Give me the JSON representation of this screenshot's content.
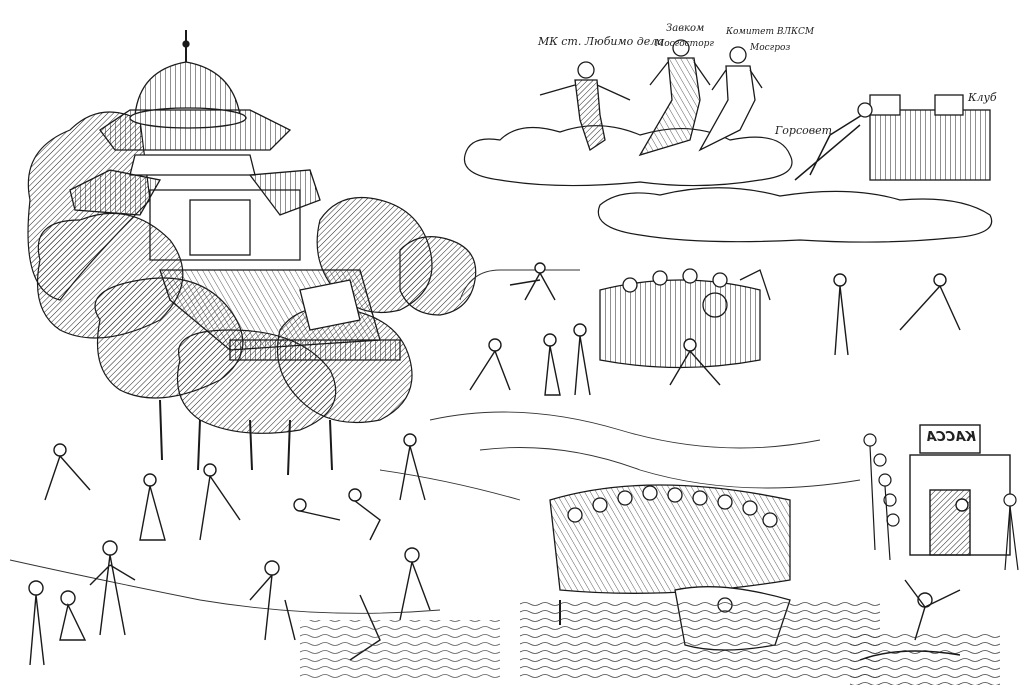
{
  "captions": {
    "mk": "МК ст. Любимо дела",
    "zavkom_line1": "Завком",
    "zavkom_line2": "Мосгосторг",
    "komitet_line1": "Комитет ВЛКСМ",
    "komitet_line2": "Мосгроз",
    "club": "Клуб",
    "gorsovet": "Горсовет",
    "kassa": "КАССА"
  },
  "palette": {
    "ink": "#1a1a1a",
    "paper": "#ffffff",
    "shade": "#444444"
  }
}
